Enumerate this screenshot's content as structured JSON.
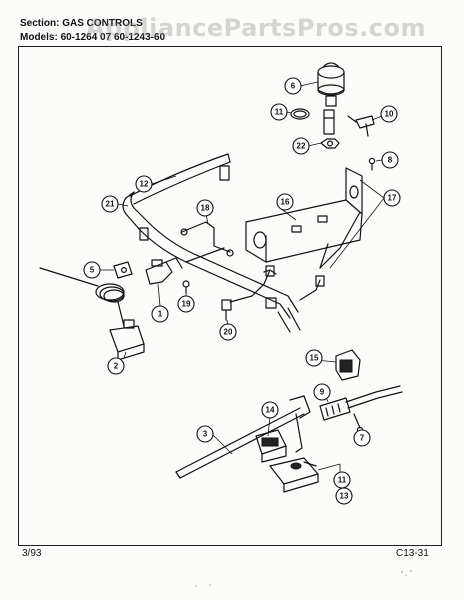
{
  "header": {
    "section_label": "Section:",
    "section_value": "GAS CONTROLS",
    "models_label": "Models:",
    "models_value": "60-1264 07   60-1243-60"
  },
  "watermark": "AppliancePartsPros.com",
  "footer": {
    "date": "3/93",
    "page_code": "C13-31"
  },
  "callouts": [
    "1",
    "2",
    "3",
    "5",
    "6",
    "7",
    "8",
    "9",
    "10",
    "11",
    "11",
    "12",
    "13",
    "14",
    "15",
    "16",
    "17",
    "18",
    "19",
    "20",
    "21",
    "22"
  ]
}
